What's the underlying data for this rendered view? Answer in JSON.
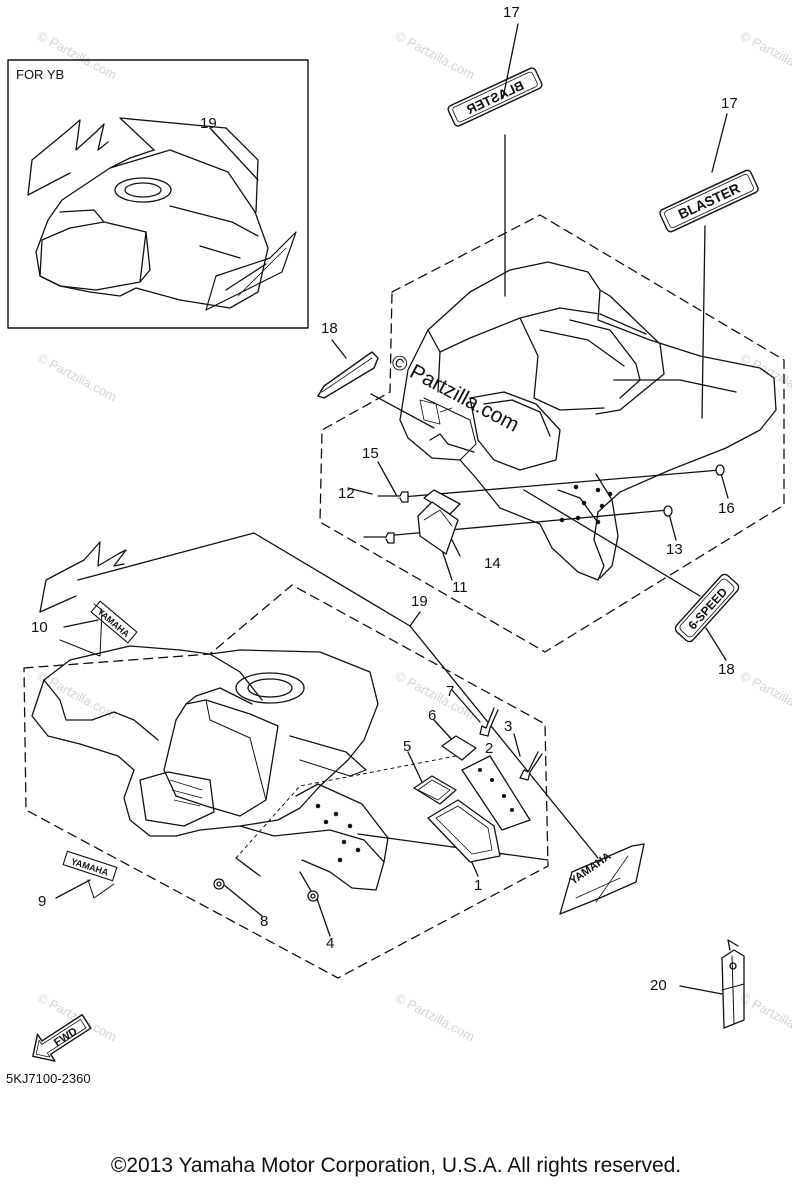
{
  "header": {
    "inset_label": "FOR YB"
  },
  "callouts": {
    "c1": "1",
    "c2": "2",
    "c3": "3",
    "c4": "4",
    "c5": "5",
    "c6": "6",
    "c7": "7",
    "c8": "8",
    "c9": "9",
    "c10": "10",
    "c11": "11",
    "c12": "12",
    "c13": "13",
    "c14": "14",
    "c15": "15",
    "c16": "16",
    "c17a": "17",
    "c17b": "17",
    "c18a": "18",
    "c18b": "18",
    "c19a": "19",
    "c19b": "19",
    "c20": "20"
  },
  "decals": {
    "blaster": "BLASTER",
    "speed": "6-SPEED",
    "yamaha": "YAMAHA",
    "fwd": "FWD"
  },
  "watermark": {
    "text": "© Partzilla.com",
    "center_text": "© Partzilla.com"
  },
  "footer": {
    "diagram_code": "5KJ7100-2360",
    "copyright": "©2013  Yamaha Motor Corporation, U.S.A. All rights reserved."
  },
  "colors": {
    "ink": "#111111",
    "watermark": "#d3d3d3",
    "background": "#ffffff"
  }
}
